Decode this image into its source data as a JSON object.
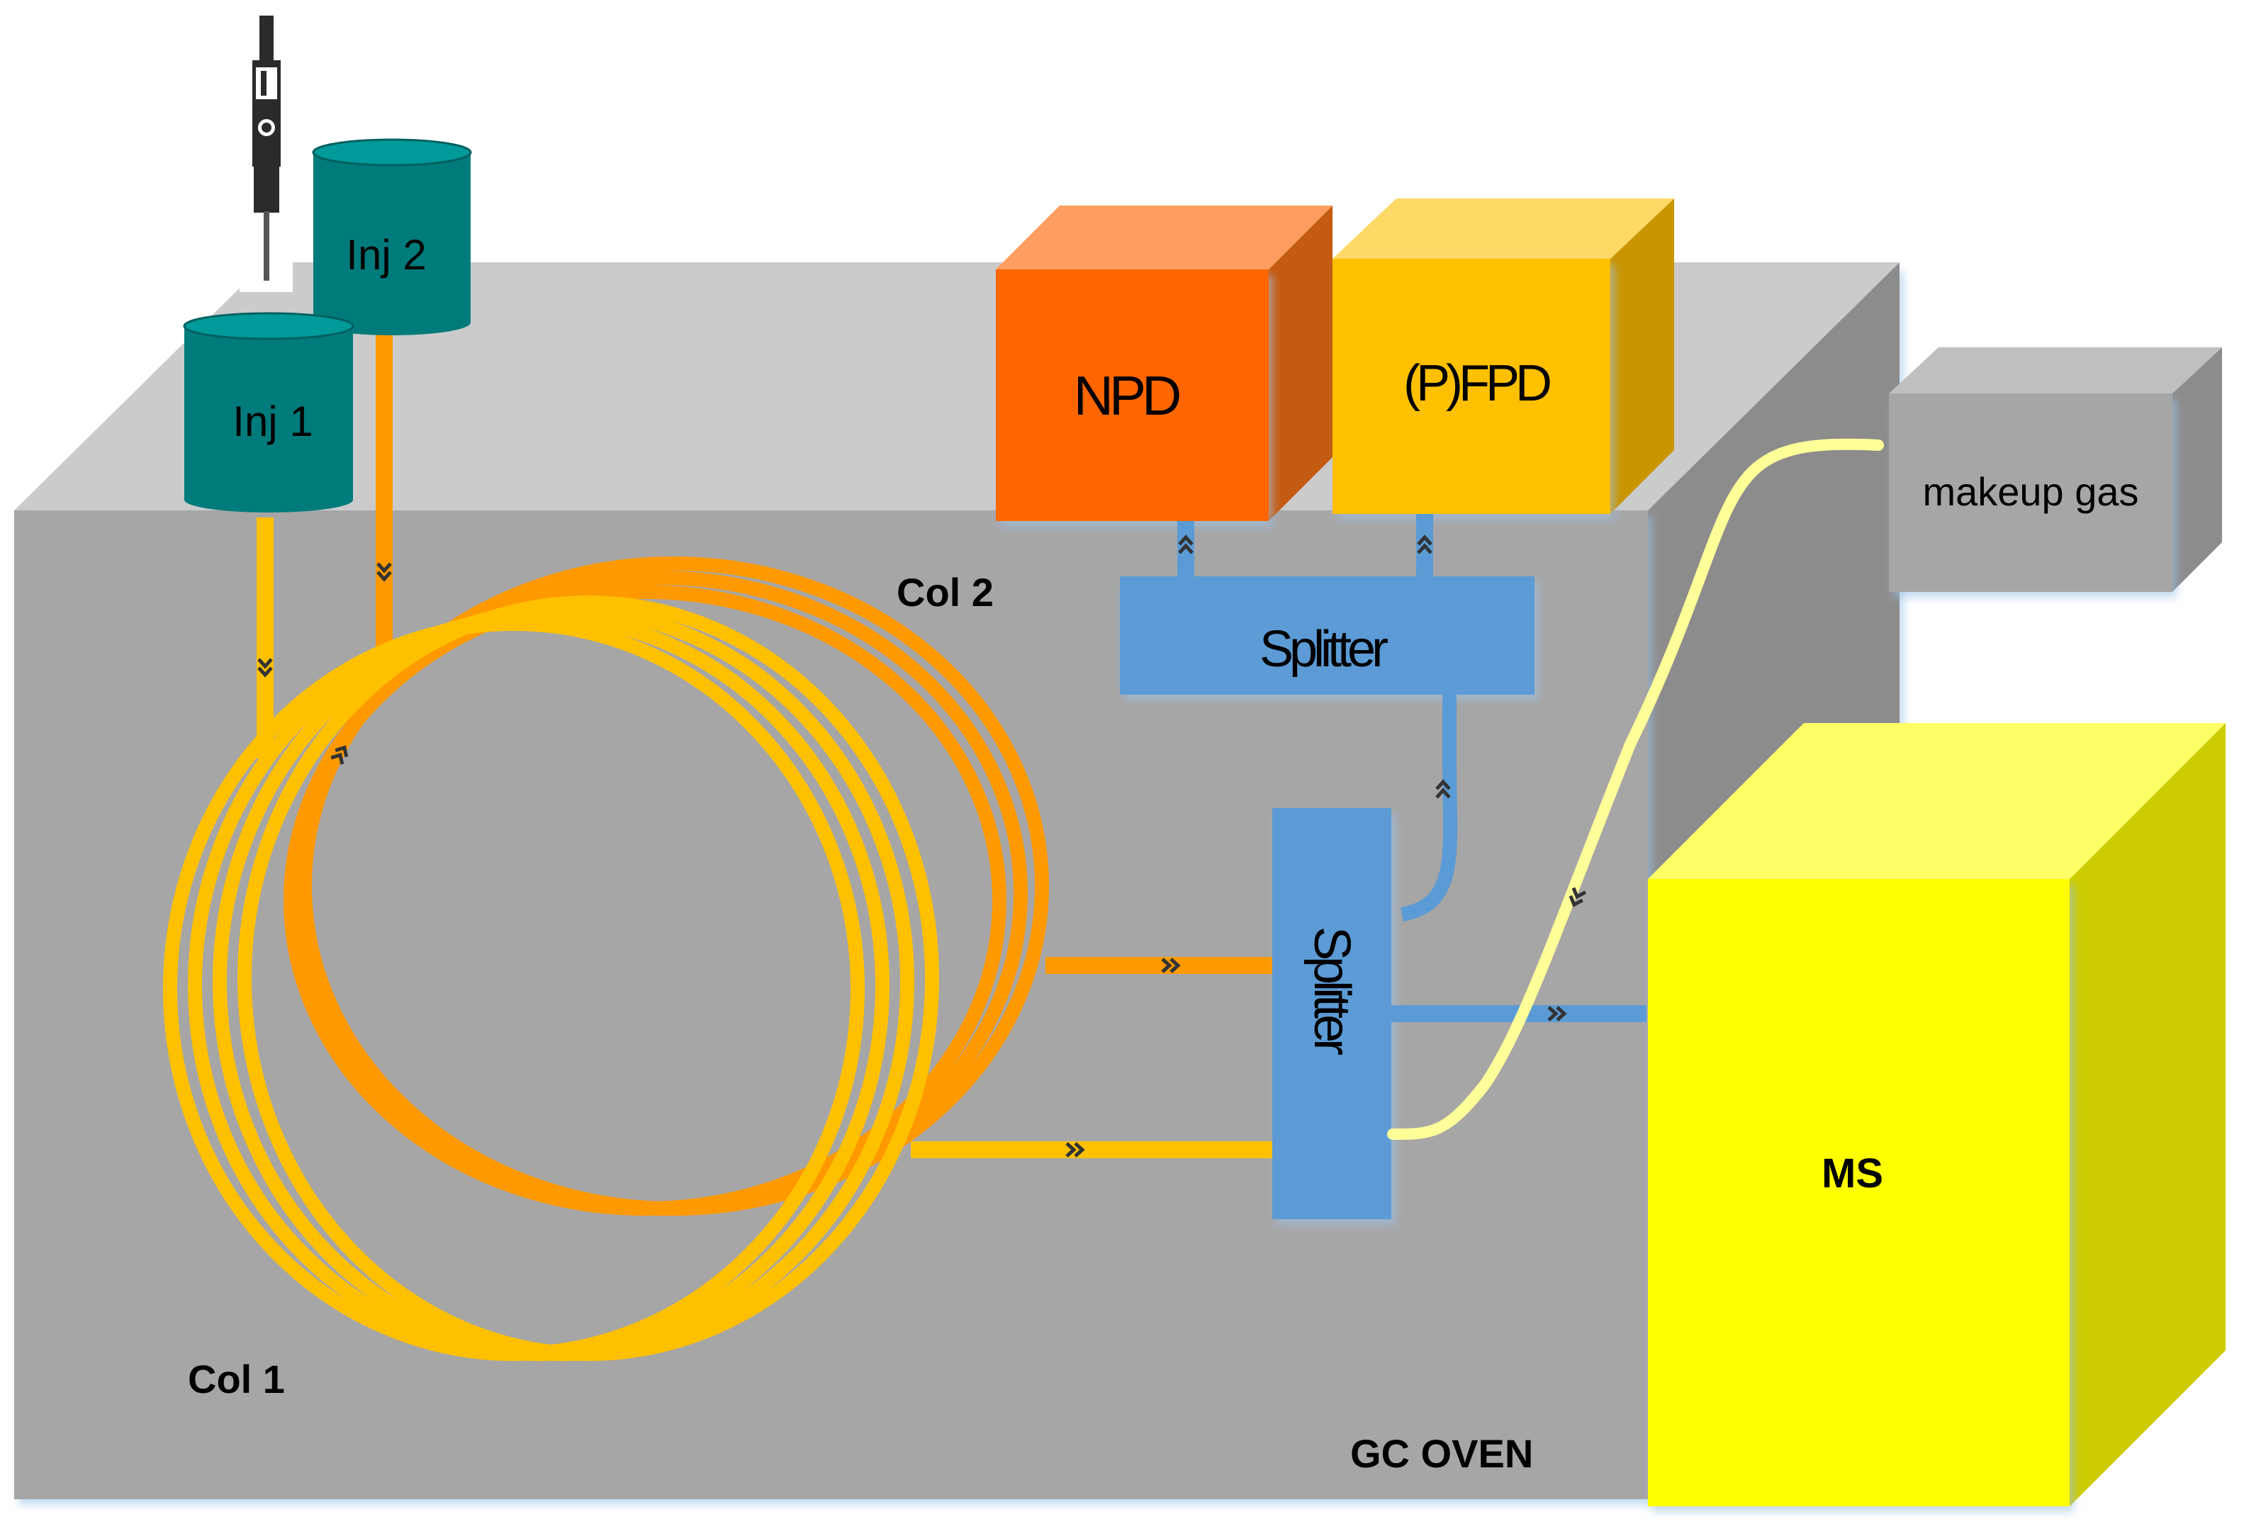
{
  "labels": {
    "gc_oven": "GC OVEN",
    "col1": "Col 1",
    "col2": "Col 2",
    "inj1": "Inj 1",
    "inj2": "Inj 2",
    "npd": "NPD",
    "pfpd": "(P)FPD",
    "splitter_top": "Splitter",
    "splitter_main": "Splitter",
    "makeup_gas": "makeup gas",
    "ms": "MS"
  },
  "colors": {
    "oven_front": "#A6A6A6",
    "oven_top": "#CBCBCB",
    "oven_side": "#8C8C8C",
    "injector": "#007B7B",
    "npd_front": "#FF6600",
    "pfpd_front": "#FFC000",
    "splitter": "#5B9BD5",
    "makeup_gas": "#A6A6A6",
    "ms_front": "#FFFF00",
    "column1": "#FFC000",
    "column2": "#FF9900",
    "makeup_line": "#FFFF99"
  },
  "icons": {
    "syringe": "syringe-icon",
    "flow_arrow": "double-chevron-icon"
  }
}
